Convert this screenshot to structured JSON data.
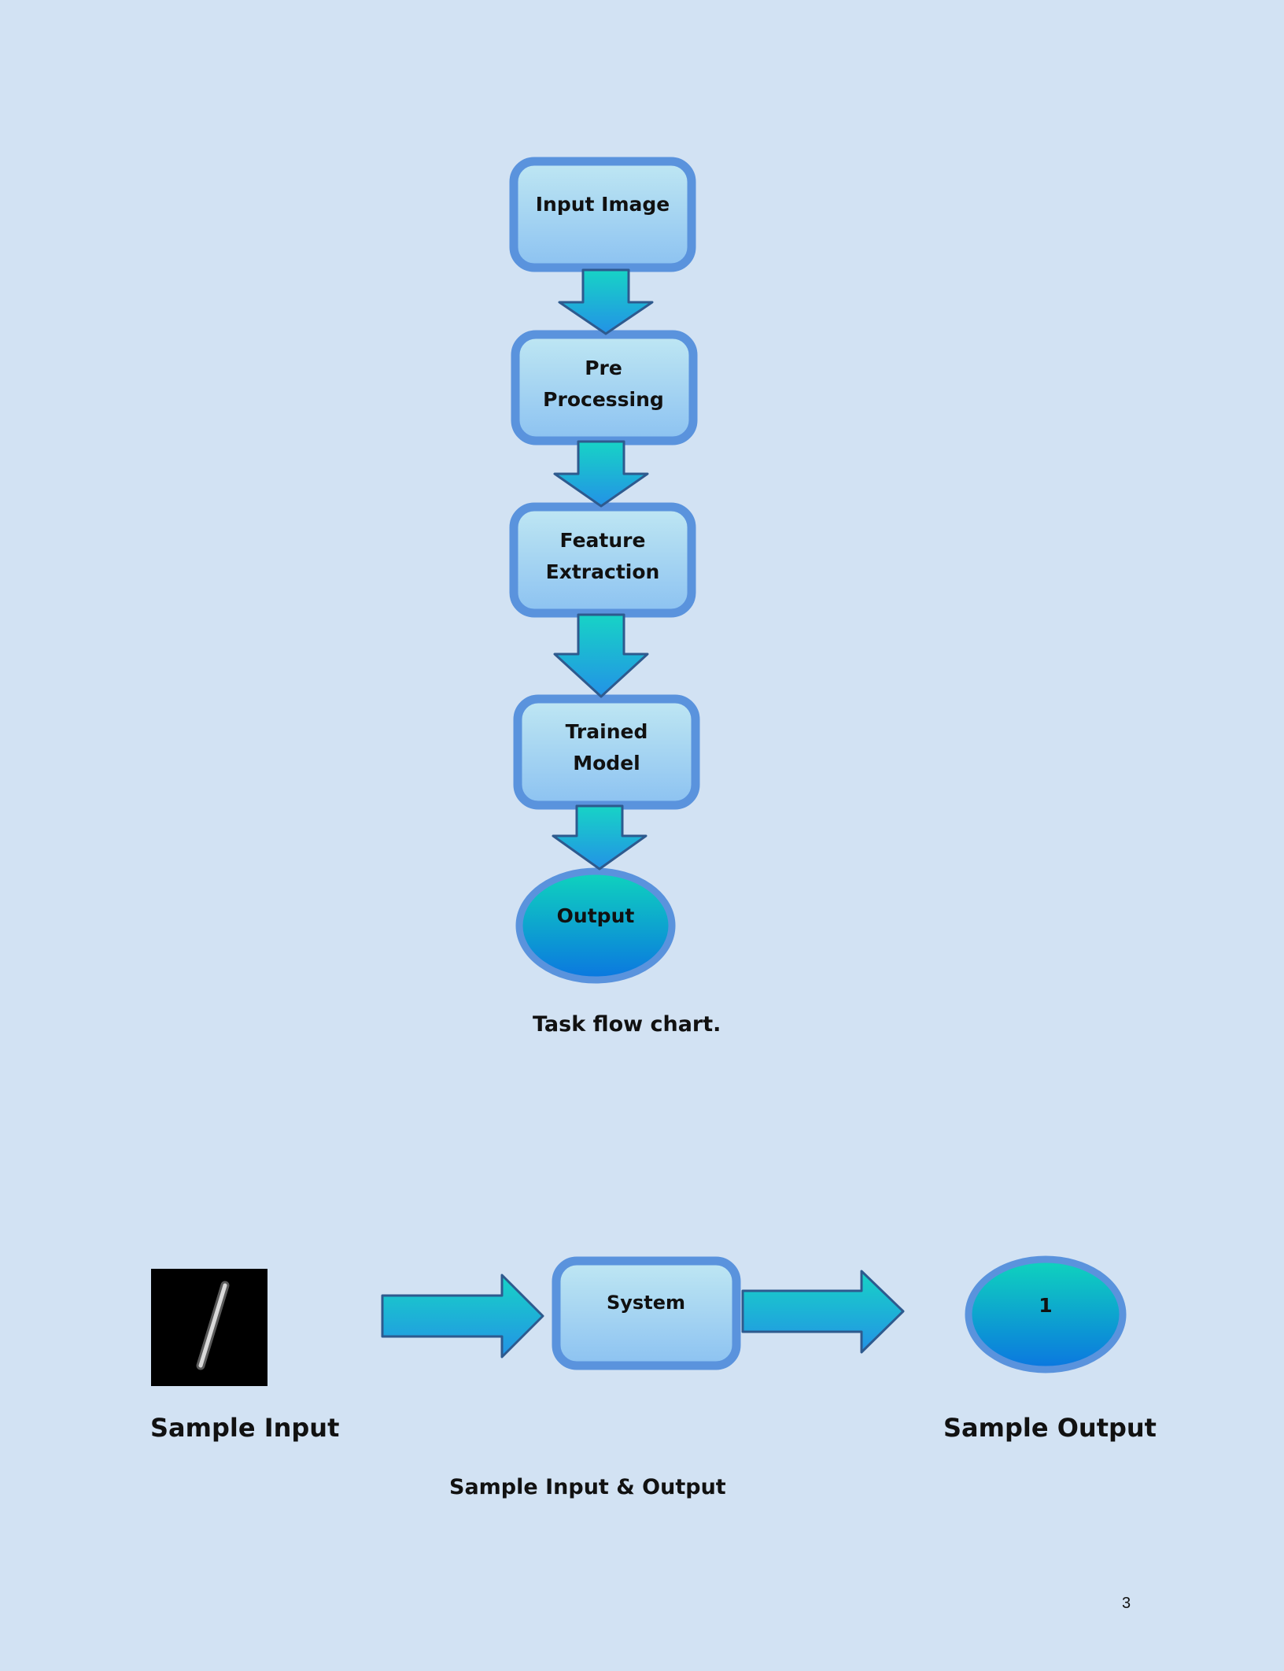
{
  "flowchart": {
    "nodes": [
      {
        "id": "input-image",
        "shape": "rounded-box",
        "lines": [
          "Input Image"
        ]
      },
      {
        "id": "pre-processing",
        "shape": "rounded-box",
        "lines": [
          "Pre",
          "Processing"
        ]
      },
      {
        "id": "feature-extraction",
        "shape": "rounded-box",
        "lines": [
          "Feature",
          "Extraction"
        ]
      },
      {
        "id": "trained-model",
        "shape": "rounded-box",
        "lines": [
          "Trained",
          "Model"
        ]
      },
      {
        "id": "output",
        "shape": "ellipse",
        "lines": [
          "Output"
        ]
      }
    ],
    "edges": [
      {
        "from": "input-image",
        "to": "pre-processing",
        "direction": "down"
      },
      {
        "from": "pre-processing",
        "to": "feature-extraction",
        "direction": "down"
      },
      {
        "from": "feature-extraction",
        "to": "trained-model",
        "direction": "down"
      },
      {
        "from": "trained-model",
        "to": "output",
        "direction": "down"
      }
    ],
    "caption": "Task flow chart."
  },
  "sample": {
    "input_label": "Sample Input",
    "system_label": "System",
    "output_value": "1",
    "output_label": "Sample Output",
    "caption": "Sample Input & Output",
    "input_image_depicts": "handwritten digit 1 on black background"
  },
  "page_number": "3",
  "colors": {
    "page_background": "#d2e2f3",
    "box_border": "#5a93dd",
    "box_fill_top": "#bfe7f3",
    "box_fill_bottom": "#8cc2f1",
    "arrow_fill_top": "#17d3c6",
    "arrow_fill_bottom": "#2392e6",
    "arrow_stroke": "#2e5a8e",
    "ellipse_fill_top": "#0fd4bd",
    "ellipse_fill_bottom": "#0b76e0"
  }
}
